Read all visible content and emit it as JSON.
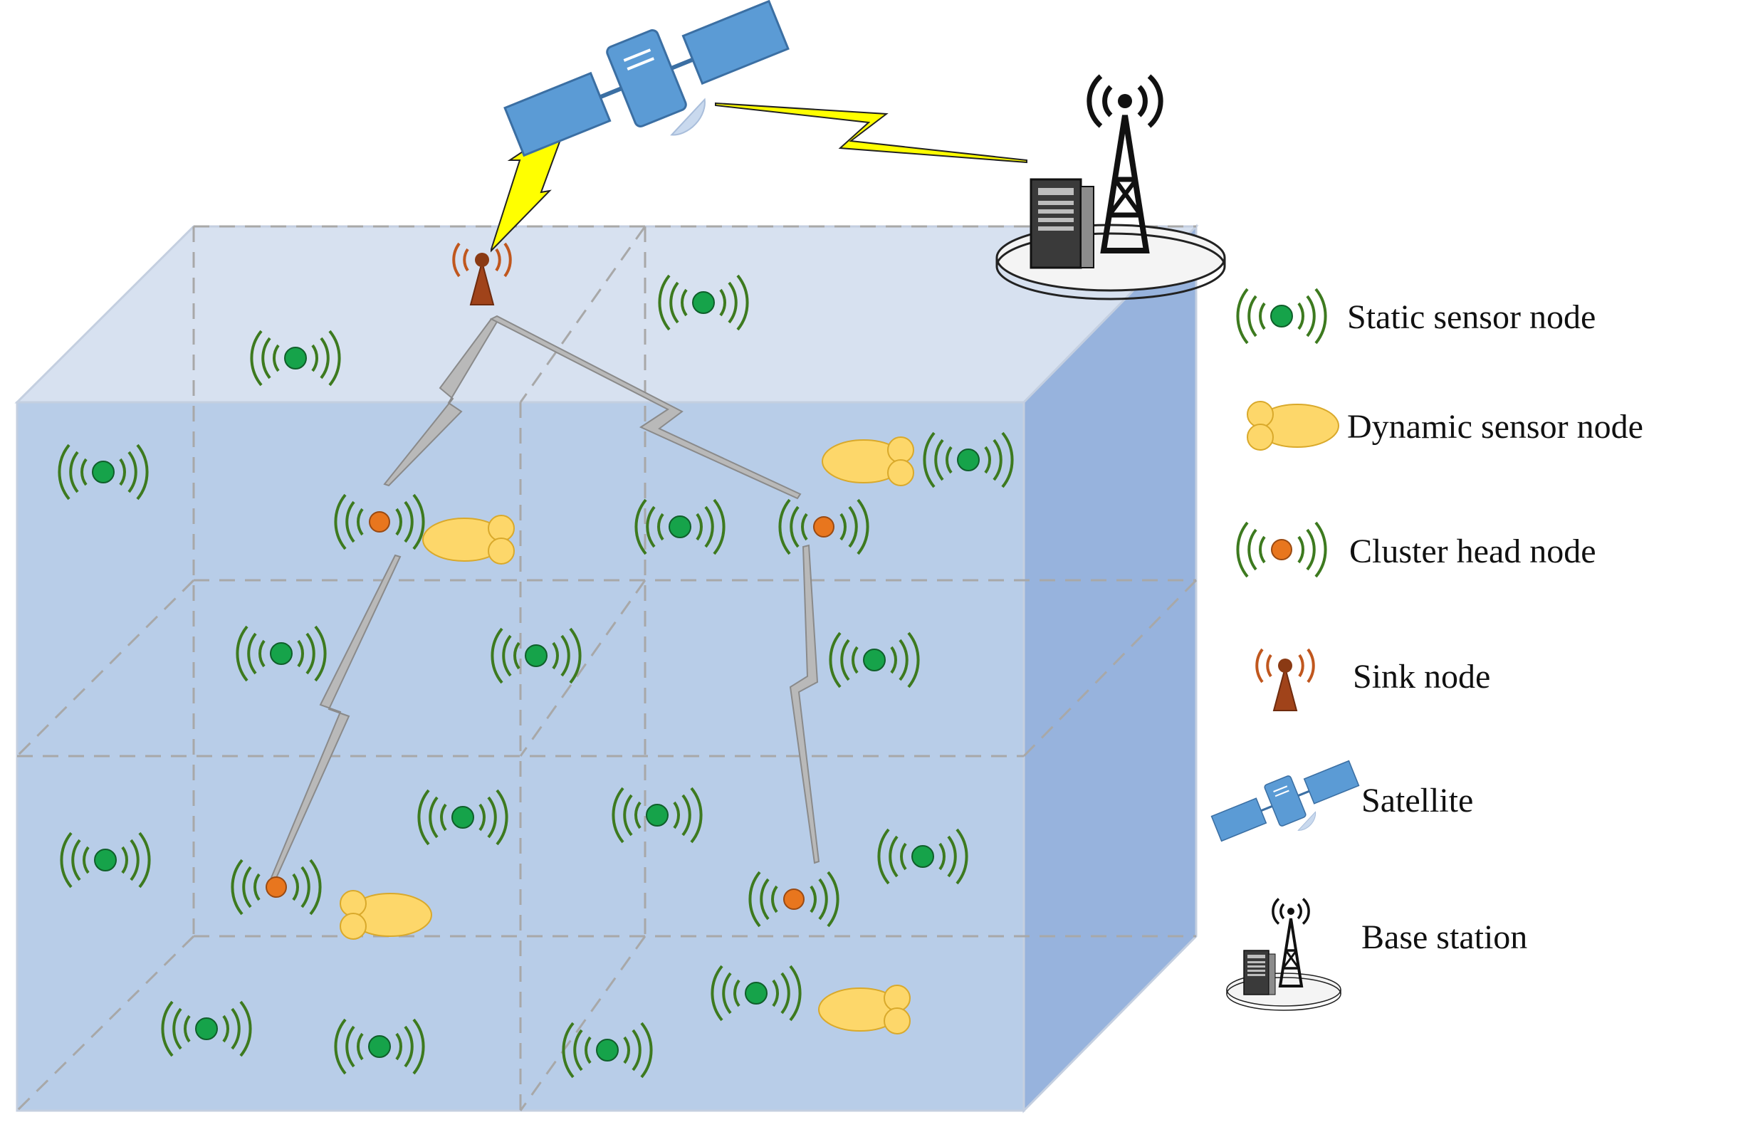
{
  "colors": {
    "static_node": "#16a34a",
    "cluster_head": "#e8761e",
    "wave": "#3d7a1f",
    "dynamic_node": "#fdd76a",
    "sink": "#a0431a",
    "satellite": "#5b9bd5",
    "link_yellow": "#ffff00",
    "link_gray": "#b0b0b0",
    "water_front": "#b8cde8",
    "water_top": "#d7e1f0",
    "water_side": "#97b3dd"
  },
  "legend": [
    {
      "icon": "static-sensor-node-icon",
      "label": "Static sensor node"
    },
    {
      "icon": "dynamic-sensor-node-icon",
      "label": "Dynamic sensor node"
    },
    {
      "icon": "cluster-head-node-icon",
      "label": "Cluster head node"
    },
    {
      "icon": "sink-node-icon",
      "label": "Sink node"
    },
    {
      "icon": "satellite-icon",
      "label": "Satellite"
    },
    {
      "icon": "base-station-icon",
      "label": "Base station"
    }
  ]
}
